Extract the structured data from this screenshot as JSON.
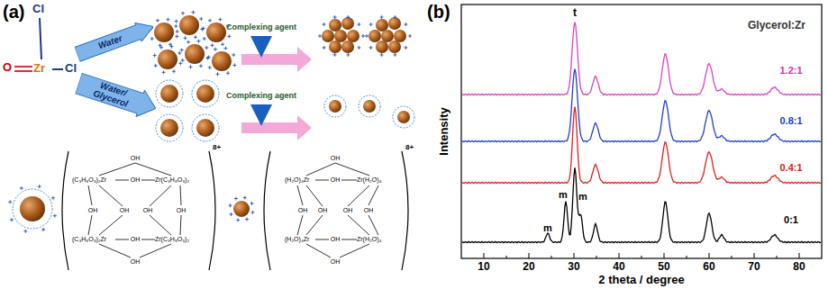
{
  "diagram": {
    "nodes": [
      {
        "text": [
          "Water"
        ]
      },
      {
        "text": [
          "Water/ Glycerol"
        ]
      }
    ],
    "labels": [
      "(a)",
      "Cl",
      "O",
      "Zr",
      "Cl",
      "Complexing agent",
      "Complexing agent",
      "OH",
      "(C₃H₈O₃)₂Zr",
      "OH",
      "Zr(C₃H₈O₃)₂",
      "OH",
      "OH",
      "OH",
      "OH",
      "(C₃H₈O₃)₂Zr",
      "OH",
      "Zr(C₃H₈O₃)₂",
      "OH",
      "8+",
      "OH",
      "(H₂O)₄Zr",
      "OH",
      "Zr(H₂O)₄",
      "OH",
      "OH",
      "OH",
      "OH",
      "(H₂O)₄Zr",
      "OH",
      "Zr(H₂O)₄",
      "OH",
      "8+",
      "(b)",
      "t",
      "m",
      "m",
      "m",
      "Glycerol:Zr",
      "1.2:1",
      "0.8:1",
      "0.4:1",
      "0:1",
      "Intensity",
      "10",
      "20",
      "30",
      "40",
      "50",
      "60",
      "70",
      "80",
      "2 theta / degree"
    ]
  }
}
